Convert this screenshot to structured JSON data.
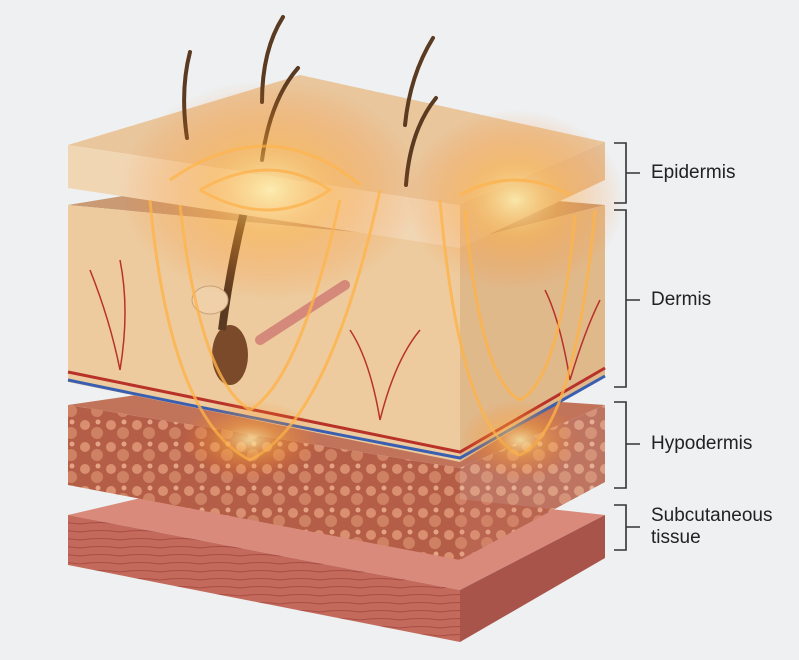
{
  "labels": {
    "epidermis": "Epidermis",
    "dermis": "Dermis",
    "hypodermis": "Hypodermis",
    "subcutaneous_line1": "Subcutaneous",
    "subcutaneous_line2": "tissue"
  },
  "colors": {
    "background": "#eef0f1",
    "epidermis": "#e9c69c",
    "dermis": "#ecc99a",
    "hypodermis": "#b8634a",
    "subcutaneous": "#c46a5c",
    "glow": "#ffb347",
    "artery": "#b8322a",
    "vein": "#3b5fb0"
  }
}
